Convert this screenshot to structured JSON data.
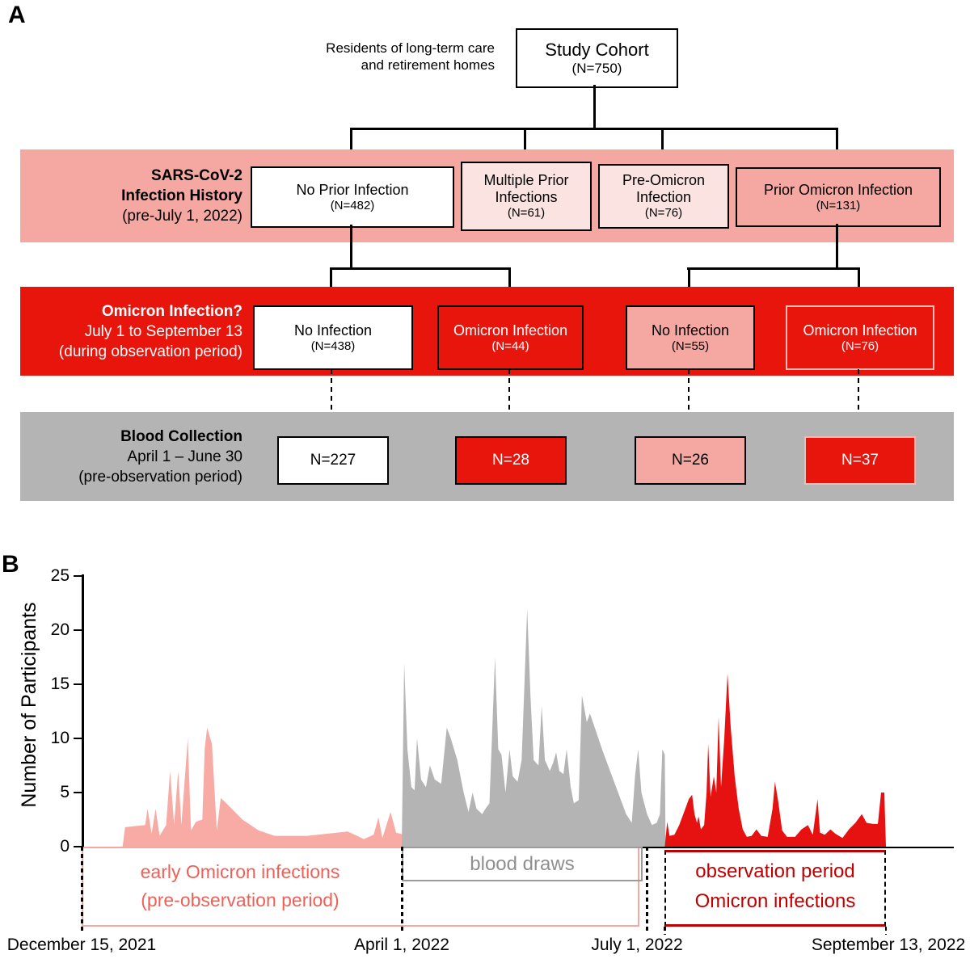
{
  "colors": {
    "pink": "#F5A7A1",
    "light_pink": "#FBE3E1",
    "red": "#E8150D",
    "dark_red": "#C00000",
    "salmon_text": "#EE6159",
    "gray_band": "#B4B4B4",
    "legend_gray_text": "#8F8F8F"
  },
  "panel_a": {
    "label": "A",
    "annotation_line1": "Residents of long-term care",
    "annotation_line2": "and retirement homes",
    "cohort": {
      "title": "Study Cohort",
      "n": "(N=750)"
    },
    "history_row": {
      "title_line1": "SARS-CoV-2",
      "title_line2": "Infection History",
      "subtitle": "(pre-July 1, 2022)",
      "boxes": [
        {
          "label": "No Prior Infection",
          "n": "(N=482)"
        },
        {
          "label": "Multiple Prior Infections",
          "n": "(N=61)"
        },
        {
          "label": "Pre-Omicron Infection",
          "n": "(N=76)"
        },
        {
          "label": "Prior Omicron Infection",
          "n": "(N=131)"
        }
      ]
    },
    "omicron_row": {
      "title_line1": "Omicron Infection?",
      "title_line2": "July 1 to September 13",
      "subtitle": "(during observation period)",
      "boxes": [
        {
          "label": "No Infection",
          "n": "(N=438)"
        },
        {
          "label": "Omicron Infection",
          "n": "(N=44)"
        },
        {
          "label": "No Infection",
          "n": "(N=55)"
        },
        {
          "label": "Omicron Infection",
          "n": "(N=76)"
        }
      ]
    },
    "blood_row": {
      "title_line1": "Blood Collection",
      "title_line2": "April 1 – June 30",
      "subtitle": "(pre-observation period)",
      "boxes": [
        {
          "n": "N=227"
        },
        {
          "n": "N=28"
        },
        {
          "n": "N=26"
        },
        {
          "n": "N=37"
        }
      ]
    }
  },
  "panel_b": {
    "label": "B",
    "y_label": "Number of Participants",
    "x_labels": [
      "December 15, 2021",
      "April 1, 2022",
      "July 1, 2022",
      "September 13, 2022"
    ],
    "legend": {
      "early_line1": "early Omicron infections",
      "early_line2": "(pre-observation period)",
      "blood": "blood draws",
      "observation_line1": "observation period",
      "observation_line2": "Omicron infections"
    }
  },
  "chart_data": {
    "type": "area",
    "title": "",
    "xlabel": "",
    "ylabel": "Number of Participants",
    "ylim": [
      0,
      25
    ],
    "y_ticks": [
      0,
      5,
      10,
      15,
      20,
      25
    ],
    "x_tick_labels": [
      "December 15, 2021",
      "April 1, 2022",
      "July 1, 2022",
      "September 13, 2022"
    ],
    "x_tick_percents": [
      0,
      39.8,
      70.3,
      100
    ],
    "x_unit": "percent of timeline from Dec 15, 2021 to Sep 13, 2022",
    "grid": false,
    "legend_position": "below-axis",
    "series": [
      {
        "id": "early-omicron-area",
        "name": "early Omicron infections (pre-observation period)",
        "color": "#F7ABA4",
        "points": [
          [
            5.1,
            0
          ],
          [
            5.4,
            1.8
          ],
          [
            7.9,
            2
          ],
          [
            8.2,
            3.5
          ],
          [
            8.7,
            1.2
          ],
          [
            9.2,
            3.5
          ],
          [
            9.7,
            1
          ],
          [
            10.5,
            2
          ],
          [
            11.0,
            7
          ],
          [
            11.5,
            2
          ],
          [
            12.0,
            7
          ],
          [
            12.4,
            2
          ],
          [
            13.2,
            10
          ],
          [
            13.6,
            1.5
          ],
          [
            14.2,
            2.3
          ],
          [
            15.0,
            2.5
          ],
          [
            15.3,
            9
          ],
          [
            15.6,
            11
          ],
          [
            16.2,
            9.5
          ],
          [
            16.8,
            1.5
          ],
          [
            17.3,
            4.5
          ],
          [
            18.0,
            4
          ],
          [
            20.0,
            2.5
          ],
          [
            22.0,
            1.5
          ],
          [
            24.0,
            1
          ],
          [
            28.0,
            1
          ],
          [
            33.1,
            1.4
          ],
          [
            35.1,
            0.7
          ],
          [
            36.3,
            1.1
          ],
          [
            36.9,
            2.7
          ],
          [
            37.4,
            0.8
          ],
          [
            38.4,
            3.2
          ],
          [
            39.1,
            1.3
          ],
          [
            40.6,
            1
          ],
          [
            41.3,
            2.3
          ],
          [
            42.1,
            1
          ],
          [
            45.6,
            1.1
          ],
          [
            47.1,
            2.2
          ],
          [
            48.3,
            2.1
          ],
          [
            49.3,
            1.1
          ],
          [
            50.7,
            1
          ],
          [
            51.4,
            1.8
          ],
          [
            52.2,
            1
          ],
          [
            55.2,
            0.9
          ],
          [
            60.2,
            0.9
          ],
          [
            65.2,
            1
          ],
          [
            70.3,
            1.1
          ],
          [
            70.9,
            0
          ]
        ]
      },
      {
        "id": "blood-draws-area",
        "name": "blood draws",
        "color": "#B4B4B4",
        "points": [
          [
            39.8,
            0
          ],
          [
            40.1,
            17
          ],
          [
            40.5,
            9
          ],
          [
            41.0,
            5.5
          ],
          [
            41.4,
            5.2
          ],
          [
            41.7,
            10
          ],
          [
            42.2,
            6.2
          ],
          [
            42.8,
            5.5
          ],
          [
            43.3,
            7.5
          ],
          [
            43.9,
            6.2
          ],
          [
            44.7,
            5.8
          ],
          [
            45.4,
            11
          ],
          [
            45.9,
            10
          ],
          [
            46.7,
            8
          ],
          [
            47.5,
            5
          ],
          [
            48.1,
            3.2
          ],
          [
            48.6,
            5
          ],
          [
            49.1,
            3.5
          ],
          [
            49.8,
            3
          ],
          [
            50.2,
            3.5
          ],
          [
            50.7,
            4
          ],
          [
            51.4,
            17.5
          ],
          [
            51.8,
            9
          ],
          [
            52.2,
            8.5
          ],
          [
            52.7,
            5
          ],
          [
            53.2,
            9
          ],
          [
            53.6,
            6.5
          ],
          [
            54.2,
            6
          ],
          [
            54.7,
            8
          ],
          [
            55.0,
            14
          ],
          [
            55.4,
            22
          ],
          [
            55.8,
            14
          ],
          [
            56.2,
            8
          ],
          [
            56.8,
            7.5
          ],
          [
            57.2,
            13
          ],
          [
            57.6,
            8
          ],
          [
            58.2,
            7
          ],
          [
            58.6,
            7.7
          ],
          [
            59.0,
            8.7
          ],
          [
            59.4,
            7
          ],
          [
            59.9,
            6.7
          ],
          [
            60.3,
            9
          ],
          [
            60.8,
            5.5
          ],
          [
            61.2,
            4
          ],
          [
            61.8,
            4.3
          ],
          [
            62.2,
            14
          ],
          [
            62.8,
            11.5
          ],
          [
            63.2,
            12.3
          ],
          [
            63.8,
            11
          ],
          [
            64.7,
            9
          ],
          [
            65.7,
            7
          ],
          [
            66.7,
            5
          ],
          [
            67.7,
            3
          ],
          [
            68.4,
            2.2
          ],
          [
            68.8,
            6.5
          ],
          [
            69.2,
            9
          ],
          [
            69.6,
            5
          ],
          [
            70.3,
            3
          ],
          [
            70.9,
            2
          ],
          [
            71.5,
            2.2
          ],
          [
            71.9,
            3
          ],
          [
            72.2,
            9
          ],
          [
            72.5,
            8.5
          ],
          [
            72.6,
            0
          ]
        ]
      },
      {
        "id": "observation-area",
        "name": "observation period Omicron infections",
        "color": "#E61212",
        "points": [
          [
            72.5,
            0
          ],
          [
            72.8,
            2.3
          ],
          [
            73.1,
            1
          ],
          [
            73.7,
            1.1
          ],
          [
            74.3,
            2
          ],
          [
            74.9,
            3.2
          ],
          [
            75.5,
            4.4
          ],
          [
            75.9,
            4.8
          ],
          [
            76.2,
            3
          ],
          [
            76.5,
            2.2
          ],
          [
            76.7,
            2.8
          ],
          [
            77.0,
            1.6
          ],
          [
            77.4,
            2
          ],
          [
            77.7,
            5
          ],
          [
            77.9,
            9.5
          ],
          [
            78.2,
            4.6
          ],
          [
            78.6,
            6.5
          ],
          [
            78.9,
            5
          ],
          [
            79.2,
            12
          ],
          [
            79.5,
            5.5
          ],
          [
            79.9,
            10
          ],
          [
            80.3,
            16
          ],
          [
            80.7,
            11
          ],
          [
            81.2,
            6.5
          ],
          [
            81.7,
            3.5
          ],
          [
            82.2,
            1.6
          ],
          [
            82.7,
            0.9
          ],
          [
            83.3,
            1
          ],
          [
            83.9,
            1.6
          ],
          [
            84.5,
            1
          ],
          [
            85.3,
            0.9
          ],
          [
            85.9,
            3.5
          ],
          [
            86.2,
            6
          ],
          [
            86.6,
            4.2
          ],
          [
            87.1,
            1.5
          ],
          [
            87.7,
            0.9
          ],
          [
            88.7,
            0.9
          ],
          [
            89.5,
            1.6
          ],
          [
            90.3,
            2
          ],
          [
            90.9,
            1.1
          ],
          [
            91.5,
            4.4
          ],
          [
            91.8,
            1.3
          ],
          [
            92.4,
            1.1
          ],
          [
            93.1,
            1.6
          ],
          [
            93.7,
            1.2
          ],
          [
            94.6,
            0.8
          ],
          [
            95.4,
            1.6
          ],
          [
            96.2,
            2.2
          ],
          [
            97.0,
            3
          ],
          [
            97.6,
            2.2
          ],
          [
            98.4,
            2.1
          ],
          [
            99.0,
            2.1
          ],
          [
            99.4,
            5
          ],
          [
            99.8,
            5
          ],
          [
            100,
            0
          ]
        ]
      }
    ]
  }
}
